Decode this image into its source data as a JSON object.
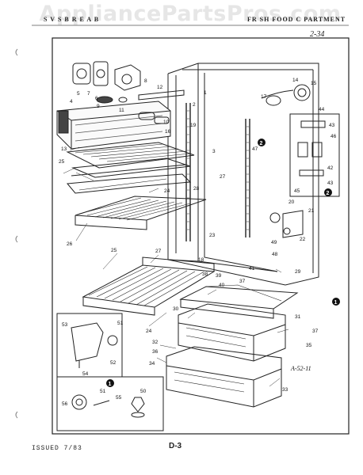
{
  "watermark": "AppliancePartsPros.com",
  "header": {
    "left": "S  V  S  B  R  E  A  B",
    "right": "FR  SH  FOOD  C  PARTMENT",
    "page_code": "2-34"
  },
  "footer": {
    "issued": "ISSUED 7/83",
    "page": "D-3"
  },
  "diagram": {
    "model_code": "A-52-11",
    "callouts": [
      "1",
      "2",
      "3",
      "4",
      "5",
      "6",
      "7",
      "8",
      "9",
      "10",
      "11",
      "12",
      "13",
      "14",
      "15",
      "16",
      "17",
      "18",
      "19",
      "20",
      "21",
      "22",
      "23",
      "24",
      "25",
      "26",
      "27",
      "28",
      "29",
      "30",
      "31",
      "32",
      "33",
      "34",
      "35",
      "36",
      "37",
      "38",
      "39",
      "40",
      "41",
      "42",
      "43",
      "44",
      "45",
      "46",
      "47",
      "48",
      "49",
      "50",
      "51",
      "52",
      "53",
      "54",
      "55",
      "56"
    ],
    "detail_markers": [
      "1",
      "2"
    ]
  }
}
